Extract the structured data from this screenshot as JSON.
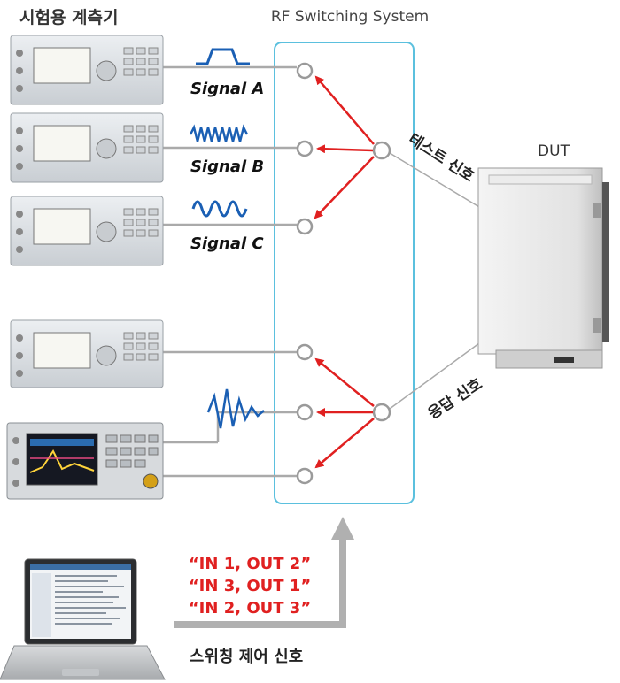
{
  "labels": {
    "instruments_title": "시험용 계측기",
    "system_title": "RF Switching System",
    "dut_title": "DUT",
    "test_signal": "테스트 신호",
    "response_signal": "응답 신호",
    "switch_control": "스위칭 제어 신호"
  },
  "signals": [
    {
      "name": "Signal A"
    },
    {
      "name": "Signal B"
    },
    {
      "name": "Signal C"
    }
  ],
  "commands": [
    "“IN 1, OUT 2”",
    "“IN 3, OUT 1”",
    "“IN 2, OUT 3”"
  ],
  "colors": {
    "box_border": "#5bc0de",
    "arrow": "#e02020",
    "signal_wave": "#1a5fb4",
    "command_text": "#e02020",
    "wire": "#aaaaaa"
  },
  "icons": {
    "instrument": "signal-generator-icon",
    "analyzer": "spectrum-analyzer-icon",
    "laptop": "laptop-icon",
    "dut": "dut-cabinet-icon"
  }
}
